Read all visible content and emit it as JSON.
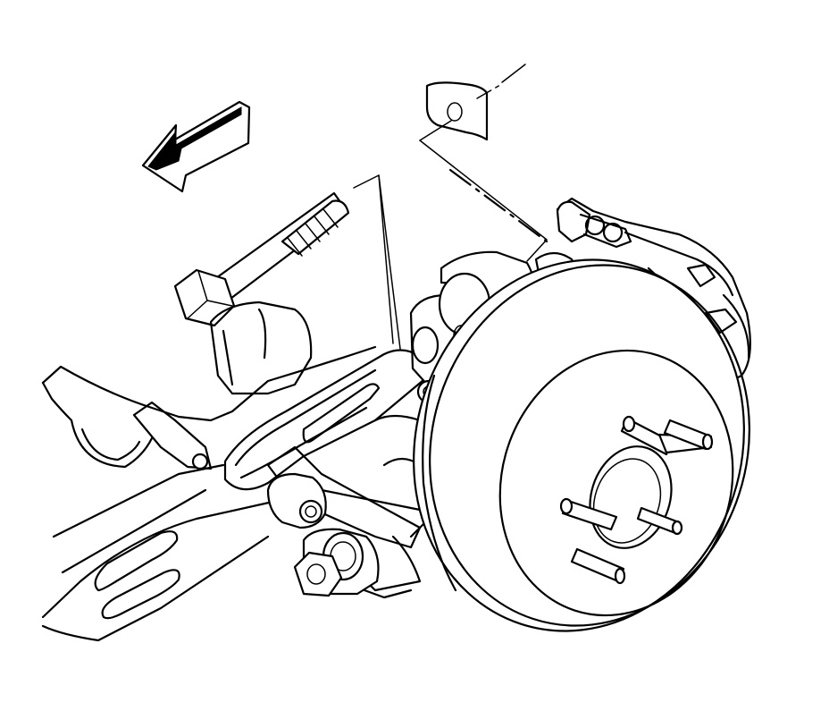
{
  "figure": {
    "parts": [
      "direction-arrow",
      "retaining-plate",
      "toe-link-bolt",
      "nut",
      "rear-axle-beam",
      "toe-link-arm",
      "lower-control-arm",
      "knuckle",
      "brake-rotor",
      "wheel-studs",
      "brake-caliper",
      "bushing"
    ],
    "colors": {
      "line": "#000000",
      "background": "#ffffff",
      "arrow_fill": "#000000"
    }
  }
}
